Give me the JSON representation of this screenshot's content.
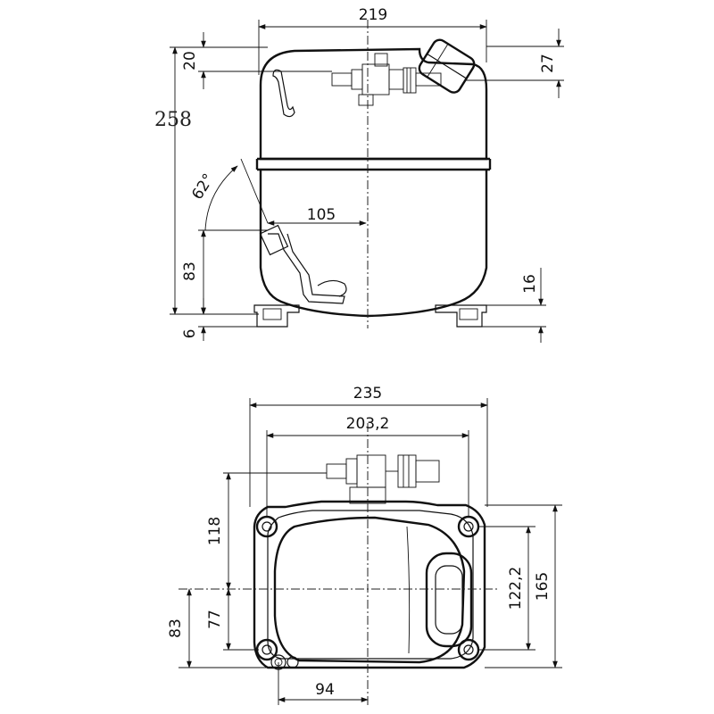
{
  "side_view": {
    "dim_width": "219",
    "dim_top_left": "20",
    "dim_top_right": "27",
    "dim_height": "258",
    "dim_angle": "62°",
    "dim_tube_offset": "105",
    "dim_tube_height": "83",
    "dim_foot": "6",
    "dim_foot_right": "16"
  },
  "top_view": {
    "dim_overall_width": "235",
    "dim_hole_spacing": "203,2",
    "dim_front_depth": "118",
    "dim_rear_depth_outer": "83",
    "dim_rear_depth_inner": "77",
    "dim_bottom_offset": "94",
    "dim_hole_depth": "122,2",
    "dim_overall_depth": "165"
  }
}
